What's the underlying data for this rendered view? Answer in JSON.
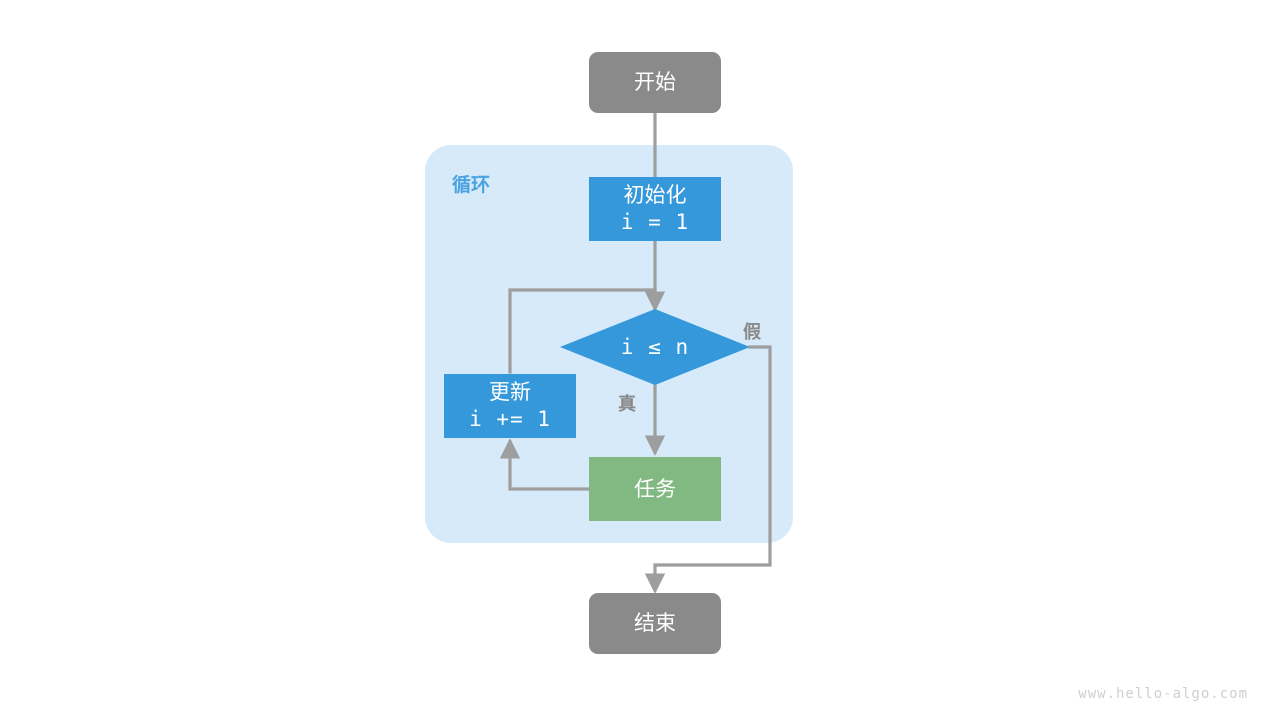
{
  "diagram": {
    "type": "flowchart",
    "title_watermark": "www.hello-algo.com",
    "group": {
      "label": "循环",
      "color": "#d6eafa",
      "label_color": "#4aa3e0"
    },
    "colors": {
      "terminal": "#8a8a8a",
      "process": "#3498db",
      "task": "#82b882",
      "edge": "#9e9e9e",
      "group_bg": "#d6eafa",
      "text_on_fill": "#ffffff",
      "edge_label": "#8a8a8a",
      "watermark": "#cfcfcf"
    },
    "nodes": [
      {
        "id": "start",
        "shape": "rounded-rect",
        "label": "开始",
        "sub": ""
      },
      {
        "id": "init",
        "shape": "rect",
        "label": "初始化",
        "sub": "i = 1"
      },
      {
        "id": "cond",
        "shape": "diamond",
        "label": "i ≤ n",
        "sub": ""
      },
      {
        "id": "update",
        "shape": "rect",
        "label": "更新",
        "sub": "i += 1"
      },
      {
        "id": "task",
        "shape": "rect",
        "label": "任务",
        "sub": ""
      },
      {
        "id": "end",
        "shape": "rounded-rect",
        "label": "结束",
        "sub": ""
      }
    ],
    "edges": [
      {
        "from": "start",
        "to": "init",
        "label": ""
      },
      {
        "from": "init",
        "to": "cond",
        "label": ""
      },
      {
        "from": "cond",
        "to": "task",
        "label": "真"
      },
      {
        "from": "cond",
        "to": "end",
        "label": "假"
      },
      {
        "from": "task",
        "to": "update",
        "label": ""
      },
      {
        "from": "update",
        "to": "cond",
        "label": ""
      }
    ]
  }
}
